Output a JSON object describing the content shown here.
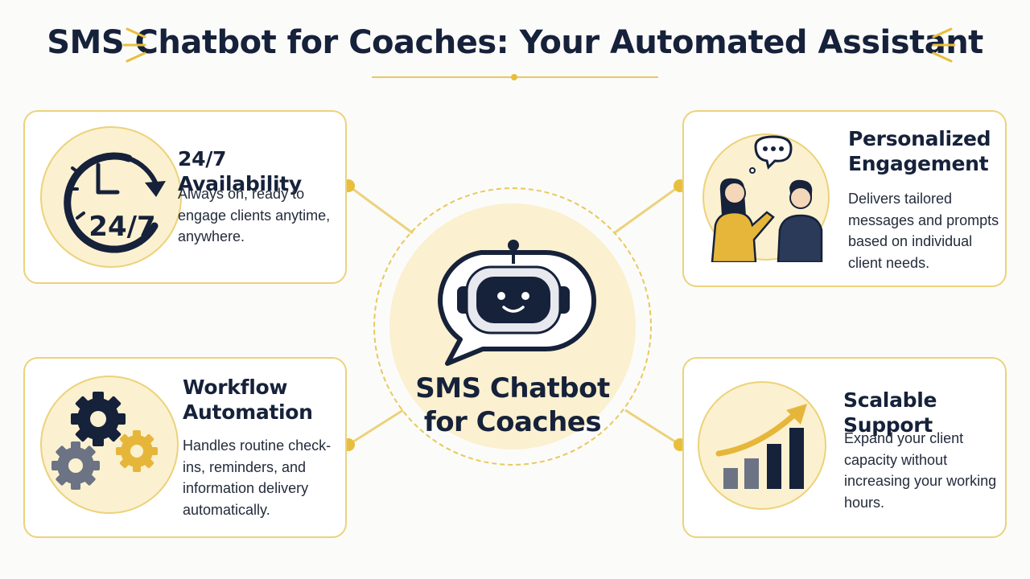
{
  "title": "SMS Chatbot for Coaches: Your Automated Assistant",
  "hub": {
    "label": "SMS Chatbot for Coaches"
  },
  "cards": [
    {
      "title": "24/7 Availability",
      "description": "Always on, ready to engage clients anytime, anywhere.",
      "icon": "clock-24-7-icon",
      "icon_text": "24/7"
    },
    {
      "title": "Personalized Engagement",
      "description": "Delivers tailored messages and prompts based on individual client needs.",
      "icon": "conversation-icon"
    },
    {
      "title": "Workflow Automation",
      "description": "Handles routine check-ins, reminders, and information delivery automatically.",
      "icon": "gears-icon"
    },
    {
      "title": "Scalable Support",
      "description": "Expand your client capacity without increasing your working hours.",
      "icon": "growth-chart-icon"
    }
  ],
  "colors": {
    "accent": "#e8bf3c",
    "accent_light": "#fbf0cf",
    "navy": "#16213a",
    "gray": "#6b7384",
    "card_border": "#ecd27a"
  }
}
